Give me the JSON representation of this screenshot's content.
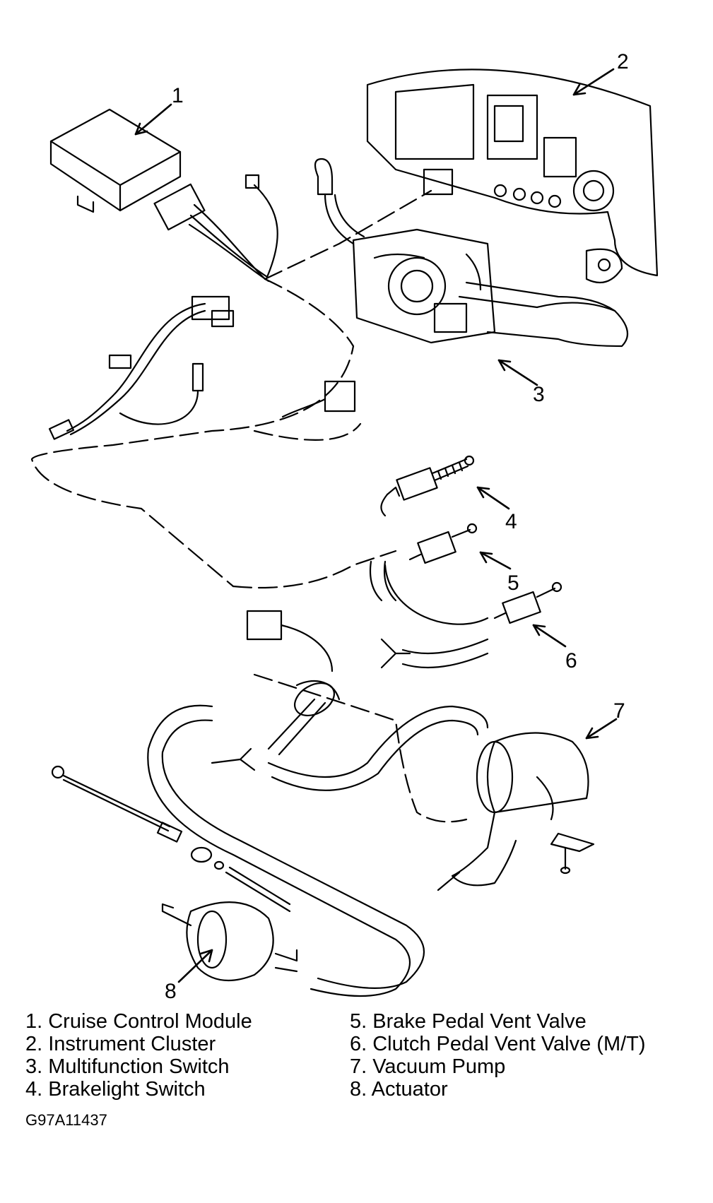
{
  "callouts": [
    "1",
    "2",
    "3",
    "4",
    "5",
    "6",
    "7",
    "8"
  ],
  "legend": {
    "left": [
      "1. Cruise Control Module",
      "2. Instrument Cluster",
      "3. Multifunction Switch",
      "4. Brakelight Switch"
    ],
    "right": [
      "5. Brake Pedal Vent Valve",
      "6. Clutch Pedal Vent Valve (M/T)",
      "7. Vacuum Pump",
      "8. Actuator"
    ]
  },
  "figure_code": "G97A11437"
}
